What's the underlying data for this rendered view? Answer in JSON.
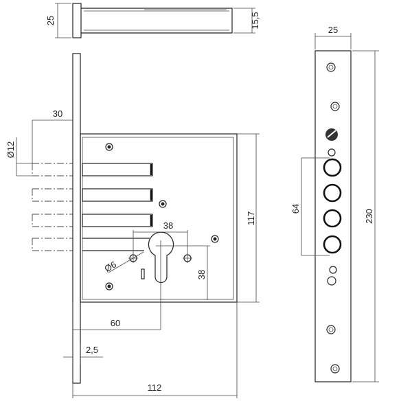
{
  "title": "Mortise lock technical drawing",
  "dimensions": {
    "top_view_width": "25",
    "top_view_thickness": "15,5",
    "bolt_projection": "30",
    "bolt_diameter": "Ø12",
    "cylinder_hole_spacing": "38",
    "small_hole_diameter": "Ø6",
    "cylinder_height": "38",
    "backset": "60",
    "faceplate_thickness": "2,5",
    "case_width": "112",
    "case_height": "117",
    "strike_width": "25",
    "strike_length": "230",
    "bolt_span": "64"
  }
}
